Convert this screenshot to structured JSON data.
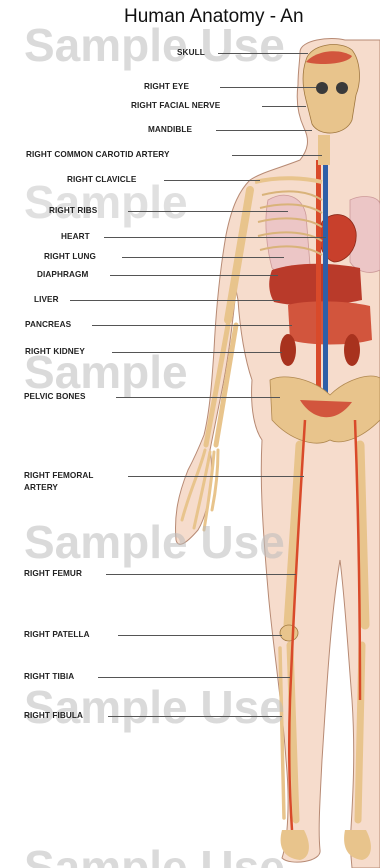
{
  "title": "Human Anatomy - An",
  "watermark": "Sample Use",
  "watermark_short": "Sample",
  "labels": {
    "skull": "SKULL",
    "right_eye": "RIGHT EYE",
    "right_facial_nerve": "RIGHT FACIAL NERVE",
    "mandible": "MANDIBLE",
    "right_common_carotid_artery": "RIGHT COMMON CAROTID ARTERY",
    "right_clavicle": "RIGHT CLAVICLE",
    "right_ribs": "RIGHT RIBS",
    "heart": "HEART",
    "right_lung": "RIGHT LUNG",
    "diaphragm": "DIAPHRAGM",
    "liver": "LIVER",
    "pancreas": "PANCREAS",
    "right_kidney": "RIGHT KIDNEY",
    "pelvic_bones": "PELVIC BONES",
    "right_femoral_artery_1": "RIGHT FEMORAL",
    "right_femoral_artery_2": "ARTERY",
    "right_femur": "RIGHT FEMUR",
    "right_patella": "RIGHT PATELLA",
    "right_tibia": "RIGHT TIBIA",
    "right_fibula": "RIGHT FIBULA"
  },
  "colors": {
    "skin": "#f6dccc",
    "bone": "#e8c48c",
    "muscle": "#c8402c",
    "artery": "#d94a2a",
    "vein": "#2f5fa8",
    "lung": "#ecc6c6"
  }
}
